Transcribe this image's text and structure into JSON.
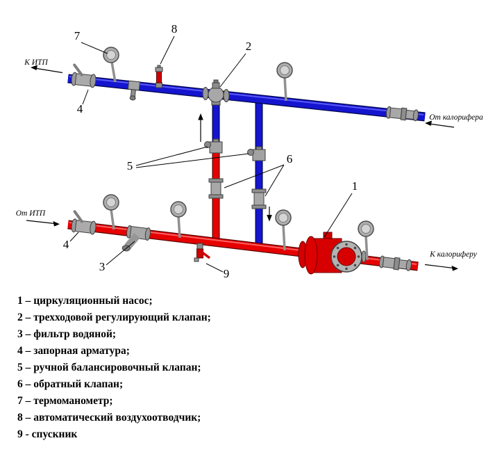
{
  "flow_labels": {
    "top_left": "К ИТП",
    "top_right": "От калорифера",
    "bottom_left": "От ИТП",
    "bottom_right": "К калориферу"
  },
  "callouts": {
    "n1": "1",
    "n2": "2",
    "n3": "3",
    "n4": "4",
    "n5": "5",
    "n6": "6",
    "n7": "7",
    "n8": "8",
    "n9": "9"
  },
  "legend": {
    "items": [
      "1 – циркуляционный насос;",
      "2 – трехходовой регулирующий клапан;",
      "3 – фильтр водяной;",
      "4 – запорная арматура;",
      "5 – ручной балансировочный клапан;",
      "6 – обратный клапан;",
      "7 – термоманометр;",
      "8 – автоматический воздухоотводчик;",
      "9 - спускник"
    ]
  },
  "colors": {
    "supply_pipe": "#e60000",
    "return_pipe": "#1515d0",
    "metal": "#a8a8a8"
  }
}
